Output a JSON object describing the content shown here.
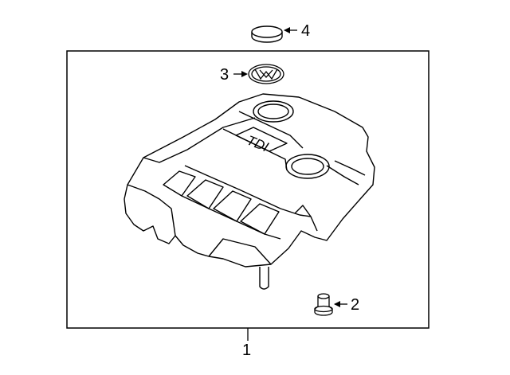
{
  "diagram": {
    "type": "parts-exploded-view",
    "cover_emboss": "TDI",
    "callouts": [
      {
        "number": "1",
        "part": "engine cover"
      },
      {
        "number": "2",
        "part": "grommet"
      },
      {
        "number": "3",
        "part": "emblem"
      },
      {
        "number": "4",
        "part": "cap"
      }
    ]
  }
}
